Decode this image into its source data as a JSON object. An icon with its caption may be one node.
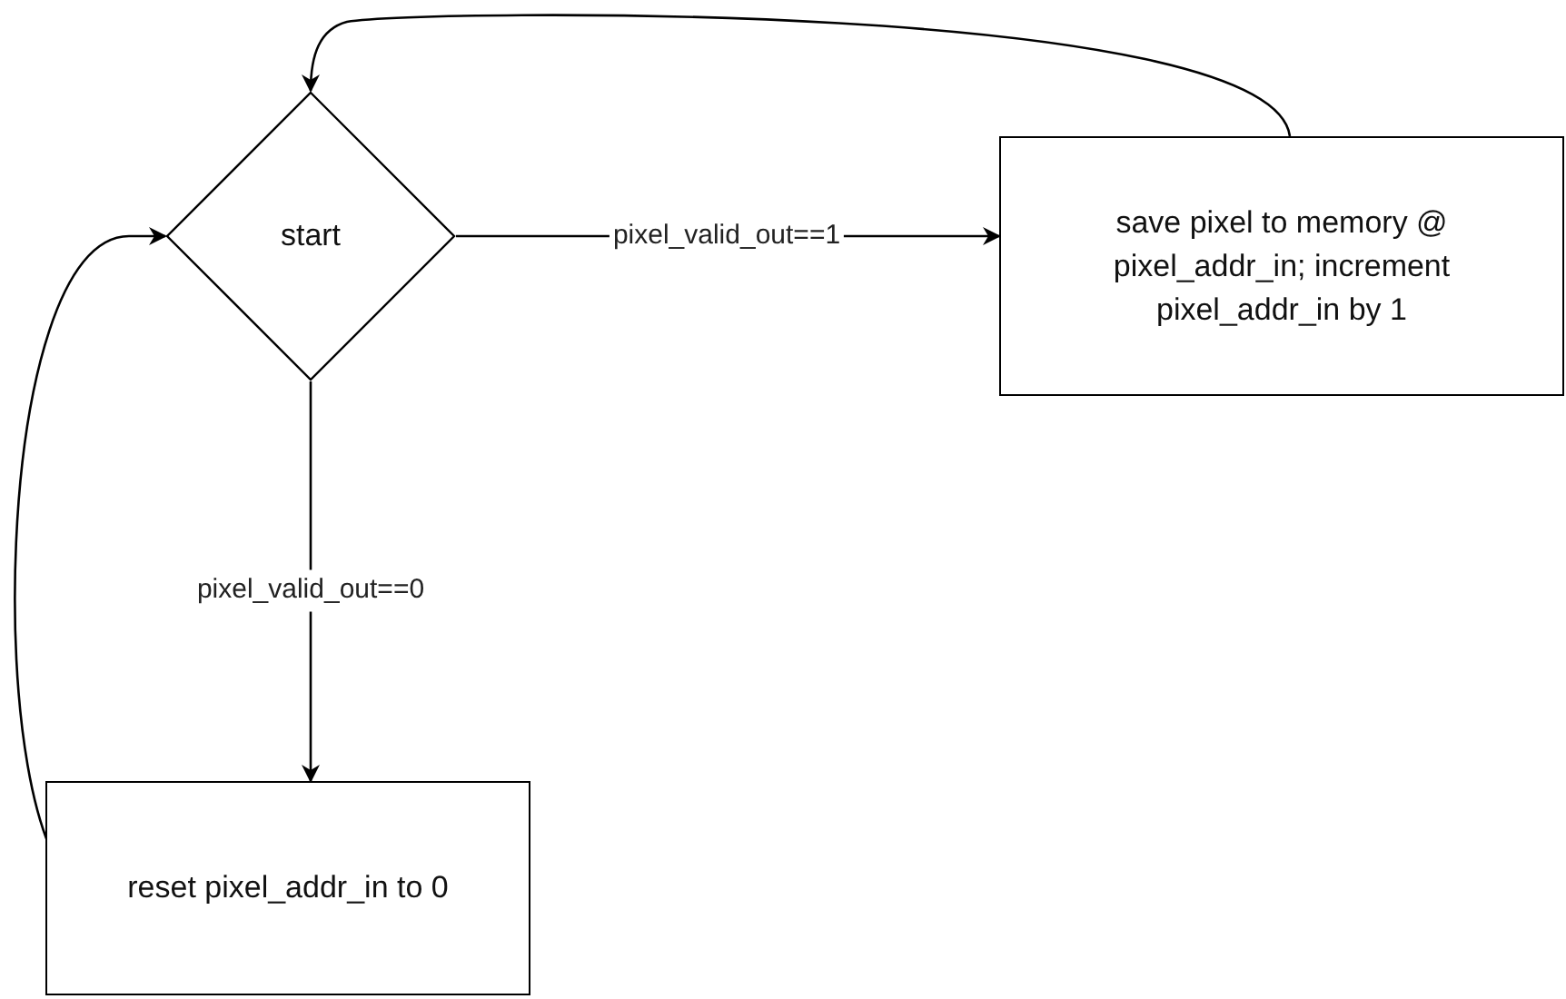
{
  "diagram": {
    "nodes": [
      {
        "text": [
          "start"
        ]
      },
      {
        "text": [
          "save pixel to memory @ pixel_addr_in; increment pixel_addr_in by 1"
        ]
      },
      {
        "text": [
          "reset pixel_addr_in to 0"
        ]
      }
    ],
    "edges": [
      {
        "from": 0,
        "to": 1,
        "arrow": "to",
        "label": "pixel_valid_out==1"
      },
      {
        "from": 0,
        "to": 2,
        "arrow": "to",
        "label": "pixel_valid_out==0"
      },
      {
        "from": 1,
        "to": 0,
        "arrow": "to"
      },
      {
        "from": 2,
        "to": 0,
        "arrow": "to"
      }
    ]
  }
}
